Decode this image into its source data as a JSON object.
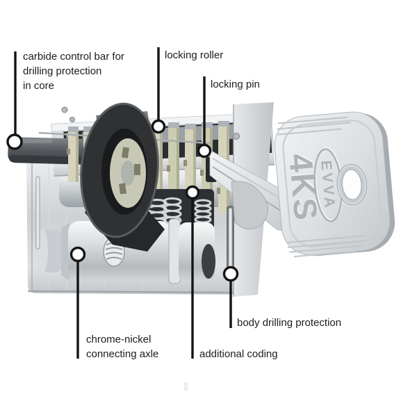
{
  "diagram": {
    "labels": {
      "carbide": "carbide control bar for\ndrilling protection\nin core",
      "locking_roller": "locking roller",
      "locking_pin": "locking pin",
      "body_drilling": "body drilling protection",
      "axle": "chrome-nickel\nconnecting axle",
      "additional_coding": "additional coding"
    },
    "key_markings": {
      "model": "4KS",
      "brand": "EVVA"
    },
    "colors": {
      "background": "#ffffff",
      "label_text": "#1c1c1c",
      "callout_line": "#141414",
      "callout_marker_fill": "#ffffff",
      "chrome_light": "#f2f4f5",
      "chrome_mid": "#c7cbce",
      "chrome_dark": "#8f959a",
      "slider_beige": "#d5d4ba",
      "ring_black": "#2f3133",
      "control_bar_gray": "#53575c"
    }
  }
}
